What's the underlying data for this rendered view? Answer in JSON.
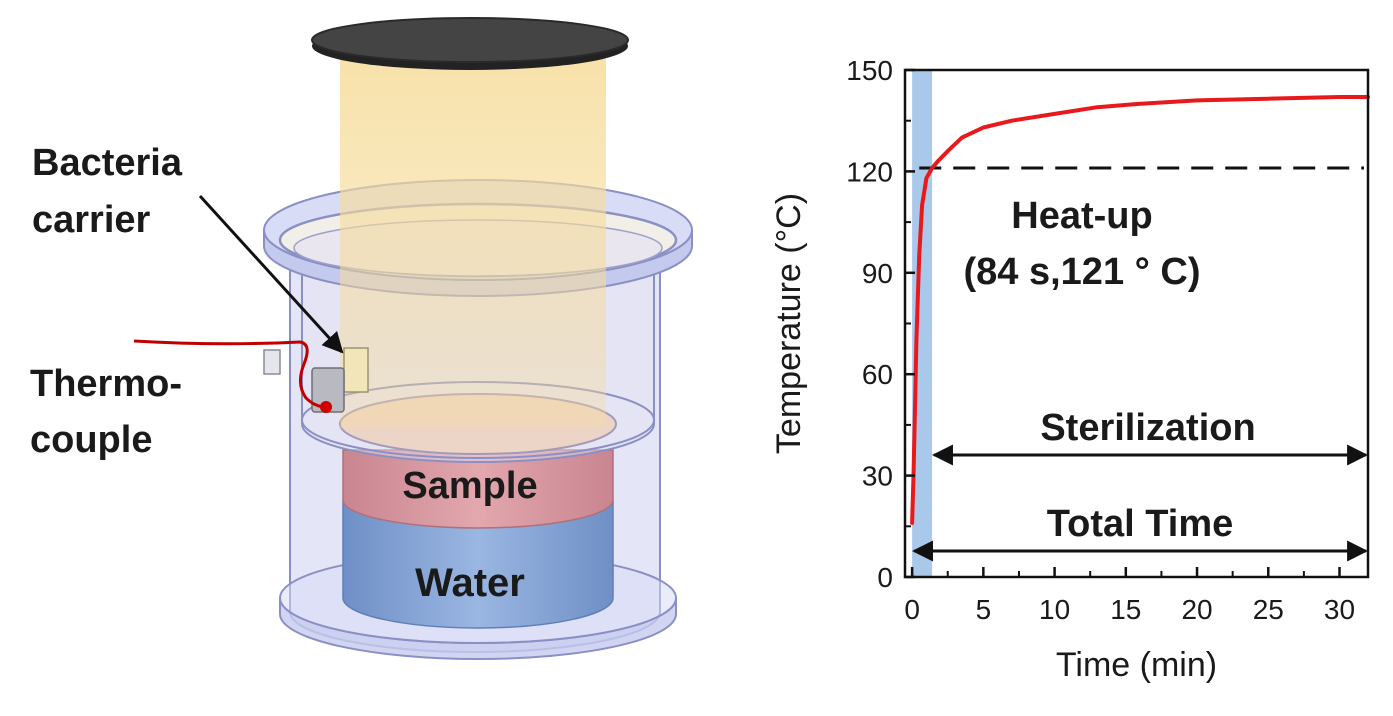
{
  "diagram": {
    "labels": {
      "bacteria_line1": "Bacteria",
      "bacteria_line2": "carrier",
      "thermo_line1": "Thermo-",
      "thermo_line2": "couple",
      "sample": "Sample",
      "water": "Water"
    },
    "colors": {
      "lamp": "#3a3a3a",
      "light_beam": "#f6dc9a",
      "vessel": "#c9cdf0",
      "sample": "#d9919a",
      "water": "#7f9fd3",
      "wire": "#c00000"
    }
  },
  "chart_data": {
    "type": "line",
    "xlabel": "Time (min)",
    "ylabel": "Temperature (°C)",
    "xlim": [
      -0.5,
      32
    ],
    "ylim": [
      0,
      150
    ],
    "xticks": [
      0,
      5,
      10,
      15,
      20,
      25,
      30
    ],
    "yticks": [
      0,
      30,
      60,
      90,
      120,
      150
    ],
    "series": [
      {
        "color": "#e8191b",
        "x": [
          0,
          0.1,
          0.2,
          0.3,
          0.5,
          0.7,
          1.0,
          1.4,
          1.8,
          2.5,
          3.5,
          5,
          7,
          10,
          13,
          16,
          20,
          25,
          30,
          32
        ],
        "y": [
          16,
          30,
          50,
          70,
          95,
          110,
          118,
          121,
          123,
          126,
          130,
          133,
          135,
          137,
          139,
          140,
          141,
          141.5,
          142,
          142
        ]
      }
    ],
    "reference_line": {
      "y": 121,
      "style": "dashed"
    },
    "heatup_band": {
      "x": [
        0,
        1.4
      ],
      "color": "#a9c8ea"
    },
    "annotations": {
      "heatup_line1": "Heat-up",
      "heatup_line2": "(84 s,121 ° C)",
      "sterilization": "Sterilization",
      "total_time": "Total Time"
    }
  }
}
